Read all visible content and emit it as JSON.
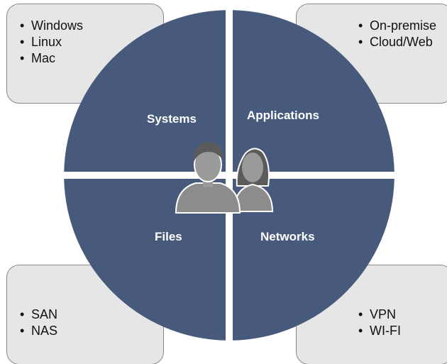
{
  "colors": {
    "quadrant_fill": "#475a7c",
    "box_fill": "#e6e6e6",
    "box_border": "#8a8a8a",
    "people_icon": "#8c8c8c"
  },
  "quadrants": {
    "top_left": {
      "label": "Systems",
      "items": [
        "Windows",
        "Linux",
        "Mac"
      ]
    },
    "top_right": {
      "label": "Applications",
      "items": [
        "On-premise",
        "Cloud/Web"
      ]
    },
    "bottom_left": {
      "label": "Files",
      "items": [
        "SAN",
        "NAS"
      ]
    },
    "bottom_right": {
      "label": "Networks",
      "items": [
        "VPN",
        "WI-FI"
      ]
    }
  },
  "center_icon": "users-icon"
}
